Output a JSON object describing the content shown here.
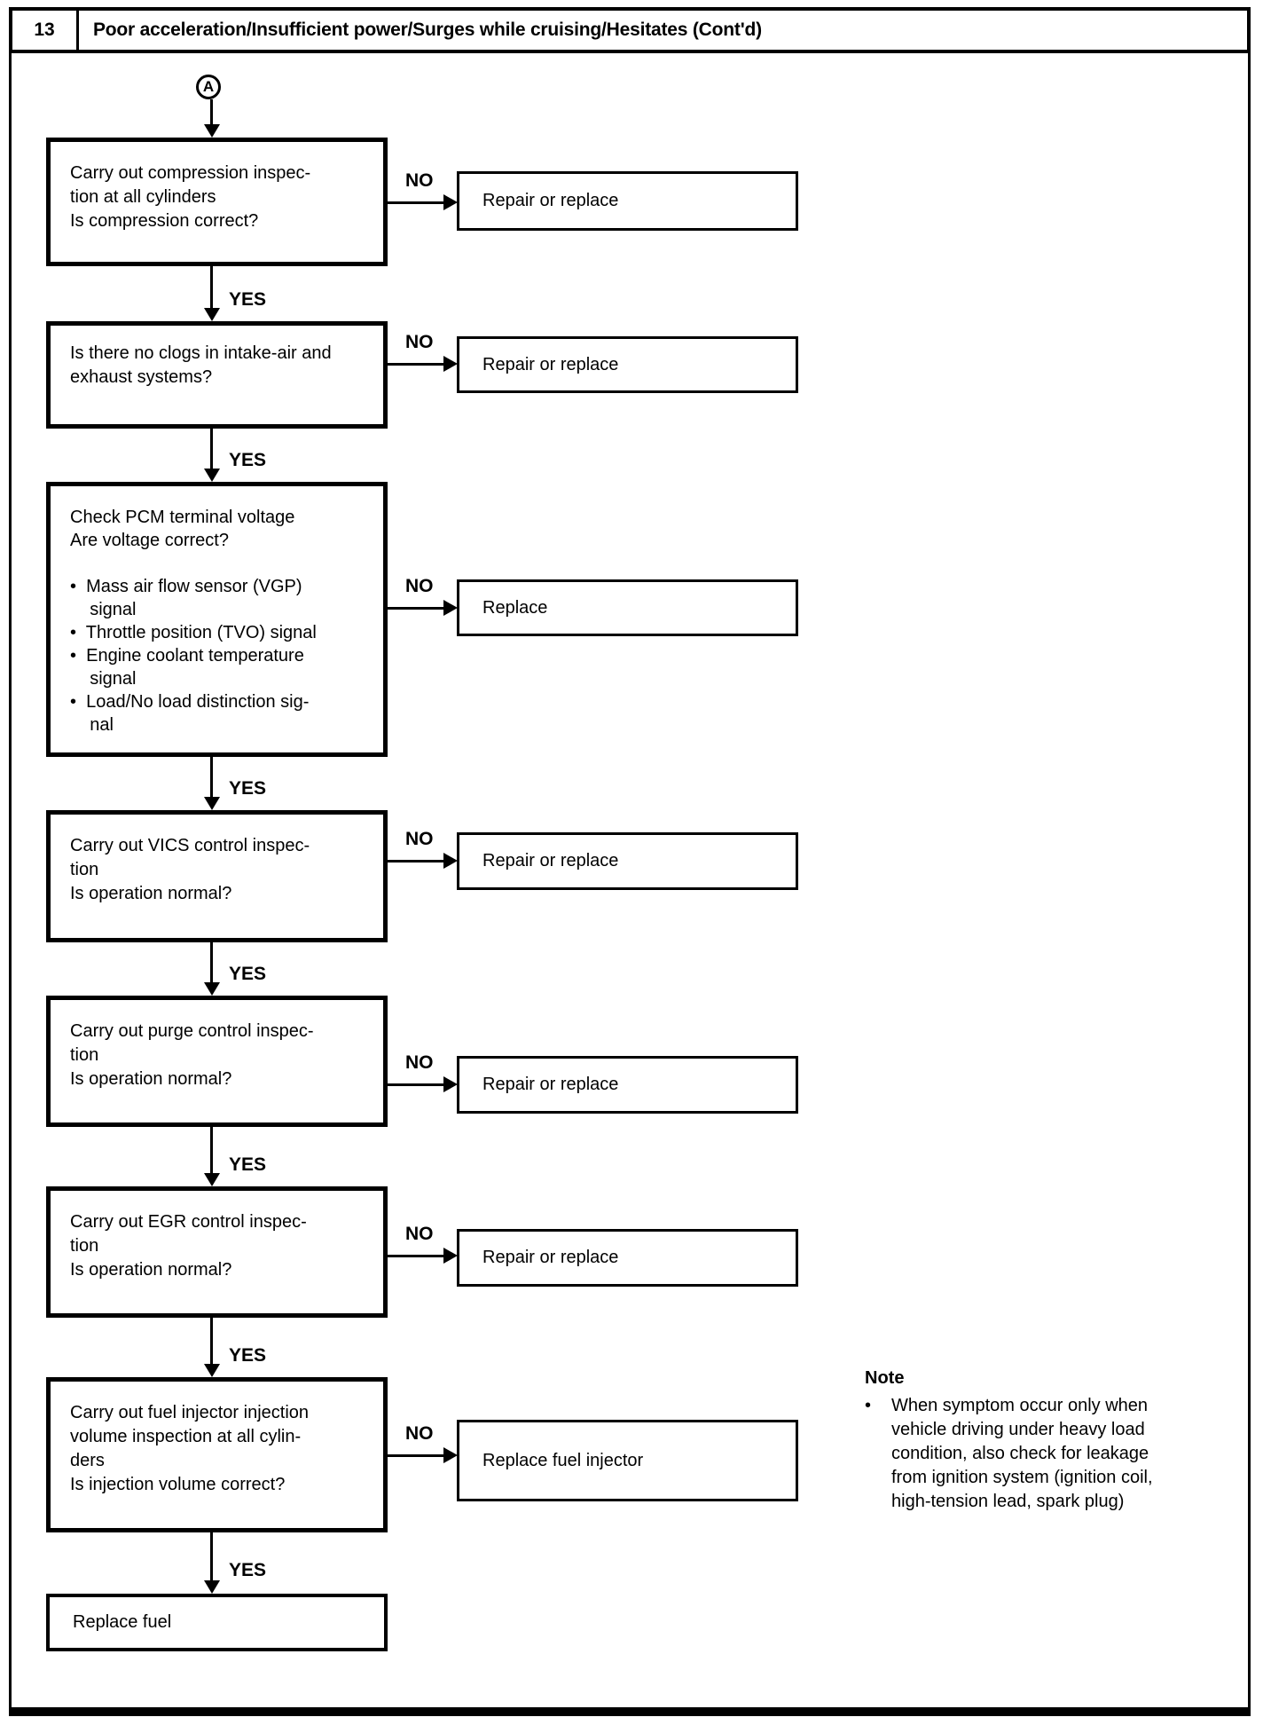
{
  "header": {
    "number": "13",
    "title": "Poor acceleration/Insufficient power/Surges while cruising/Hesitates (Cont'd)"
  },
  "start": {
    "label": "A"
  },
  "labels": {
    "yes": "YES",
    "no": "NO"
  },
  "flow": {
    "steps": [
      {
        "question": "Carry out compression inspec-\ntion at all cylinders\nIs compression correct?",
        "action": "Repair or replace"
      },
      {
        "question": "Is there no clogs in intake-air and\nexhaust systems?",
        "action": "Repair or replace"
      },
      {
        "question": "Check PCM terminal voltage\nAre voltage correct?\n\n•  Mass air flow sensor (VGP)\n    signal\n•  Throttle position (TVO) signal\n•  Engine coolant temperature\n    signal\n•  Load/No load distinction sig-\n    nal",
        "action": "Replace"
      },
      {
        "question": "Carry out VICS control inspec-\ntion\nIs operation normal?",
        "action": "Repair or replace"
      },
      {
        "question": "Carry out purge control inspec-\ntion\nIs operation normal?",
        "action": "Repair or replace"
      },
      {
        "question": "Carry out EGR control inspec-\ntion\nIs operation normal?",
        "action": "Repair or replace"
      },
      {
        "question": "Carry out fuel injector injection\nvolume inspection at all cylin-\nders\nIs injection volume correct?",
        "action": "Replace fuel injector"
      }
    ],
    "final": "Replace fuel"
  },
  "note": {
    "title": "Note",
    "bullet": "•",
    "item": "When symptom occur only when\nvehicle driving under heavy load\ncondition, also check for leakage\nfrom ignition system (ignition coil,\nhigh-tension lead, spark plug)"
  }
}
